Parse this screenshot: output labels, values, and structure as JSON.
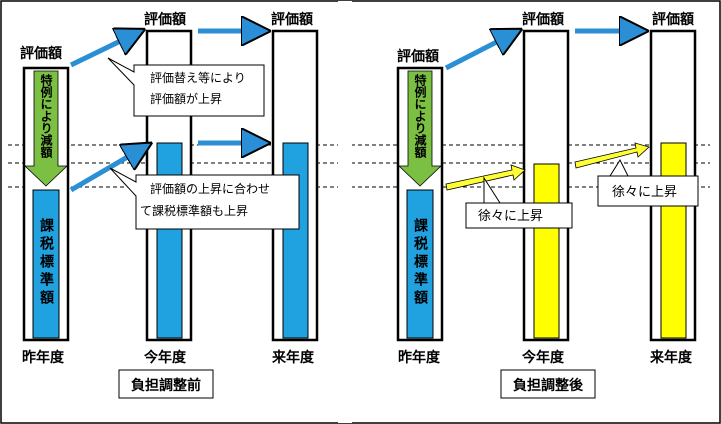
{
  "colors": {
    "blue_fill": "#1fa2df",
    "blue_arrow": "#2b8fd6",
    "green_arrow": "#7bc043",
    "yellow_fill": "#ffff00",
    "yellow_arrow": "#ffff33",
    "border": "#000000",
    "dashed_line": "#000000"
  },
  "left_panel": {
    "col1_valuation": "評価額",
    "col2_valuation": "評価額",
    "col3_valuation": "評価額",
    "special_reduction": "特例により減額",
    "taxable_standard": "課税標準額",
    "callout_top_line1": "評価替え等により",
    "callout_top_line2": "評価額が上昇",
    "callout_bottom_line1": "評価額の上昇に合わせ",
    "callout_bottom_line2": "て課税標準額も上昇",
    "year_last": "昨年度",
    "year_this": "今年度",
    "year_next": "来年度",
    "caption": "負担調整前"
  },
  "right_panel": {
    "col1_valuation": "評価額",
    "col2_valuation": "評価額",
    "col3_valuation": "評価額",
    "special_reduction": "特例により減額",
    "taxable_standard": "課税標準額",
    "callout_gradual_1": "徐々に上昇",
    "callout_gradual_2": "徐々に上昇",
    "year_last": "昨年度",
    "year_this": "今年度",
    "year_next": "来年度",
    "caption": "負担調整後"
  }
}
